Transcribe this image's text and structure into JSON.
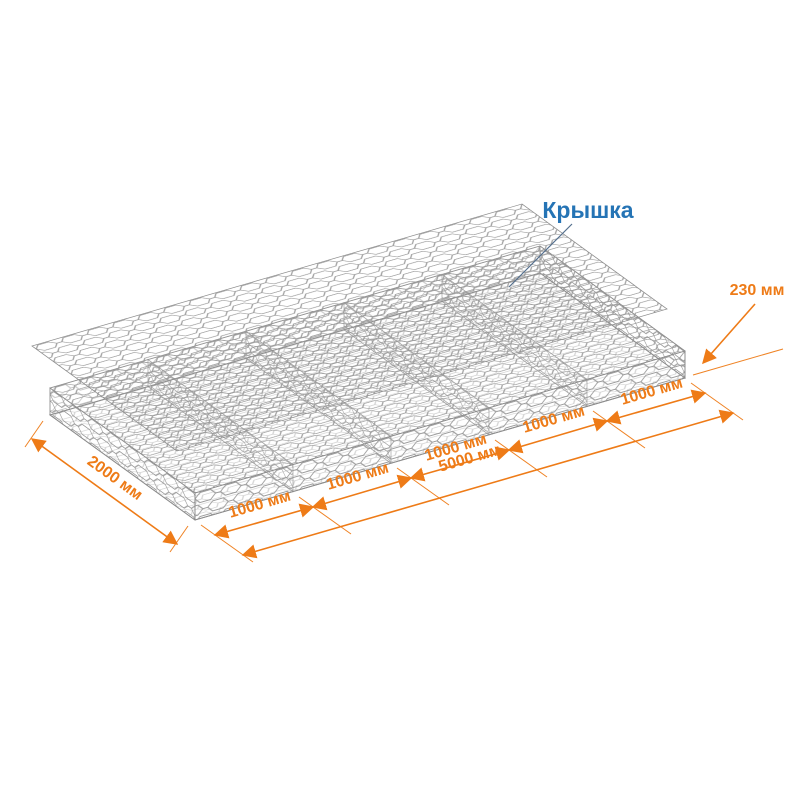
{
  "diagram": {
    "callout": {
      "label": "Крышка"
    },
    "dimensions": {
      "height": "230 мм",
      "width": "2000 мм",
      "length_total": "5000 мм",
      "segments": [
        "1000 мм",
        "1000 мм",
        "1000 мм",
        "1000 мм",
        "1000 мм"
      ]
    },
    "colors": {
      "dimension": "#ee7b17",
      "callout": "#2574b5",
      "mesh": "#9b9b9b",
      "background": "#ffffff"
    }
  }
}
